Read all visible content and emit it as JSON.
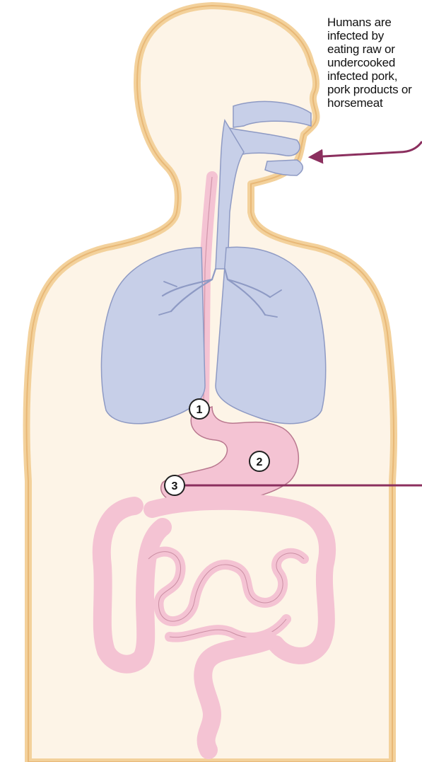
{
  "caption": {
    "lines": [
      "Humans are",
      "infected by",
      "eating raw or",
      "undercooked",
      "infected pork,",
      "pork products or",
      "horsemeat"
    ]
  },
  "markers": [
    {
      "label": "1",
      "site": "esophagus-stomach junction"
    },
    {
      "label": "2",
      "site": "stomach"
    },
    {
      "label": "3",
      "site": "duodenum"
    }
  ],
  "colors": {
    "skin_outline": "#f2c98a",
    "respiratory": "#c7cfe8",
    "respiratory_outline": "#8e9ac4",
    "digestive": "#f4c3d3",
    "digestive_outline": "#b9788f",
    "arrow": "#8b2f5e",
    "marker_fill": "#ffffff",
    "marker_stroke": "#222222"
  },
  "icons": {
    "ingestion_arrow": "arrow-left-icon",
    "pointer_line": "line-icon"
  }
}
